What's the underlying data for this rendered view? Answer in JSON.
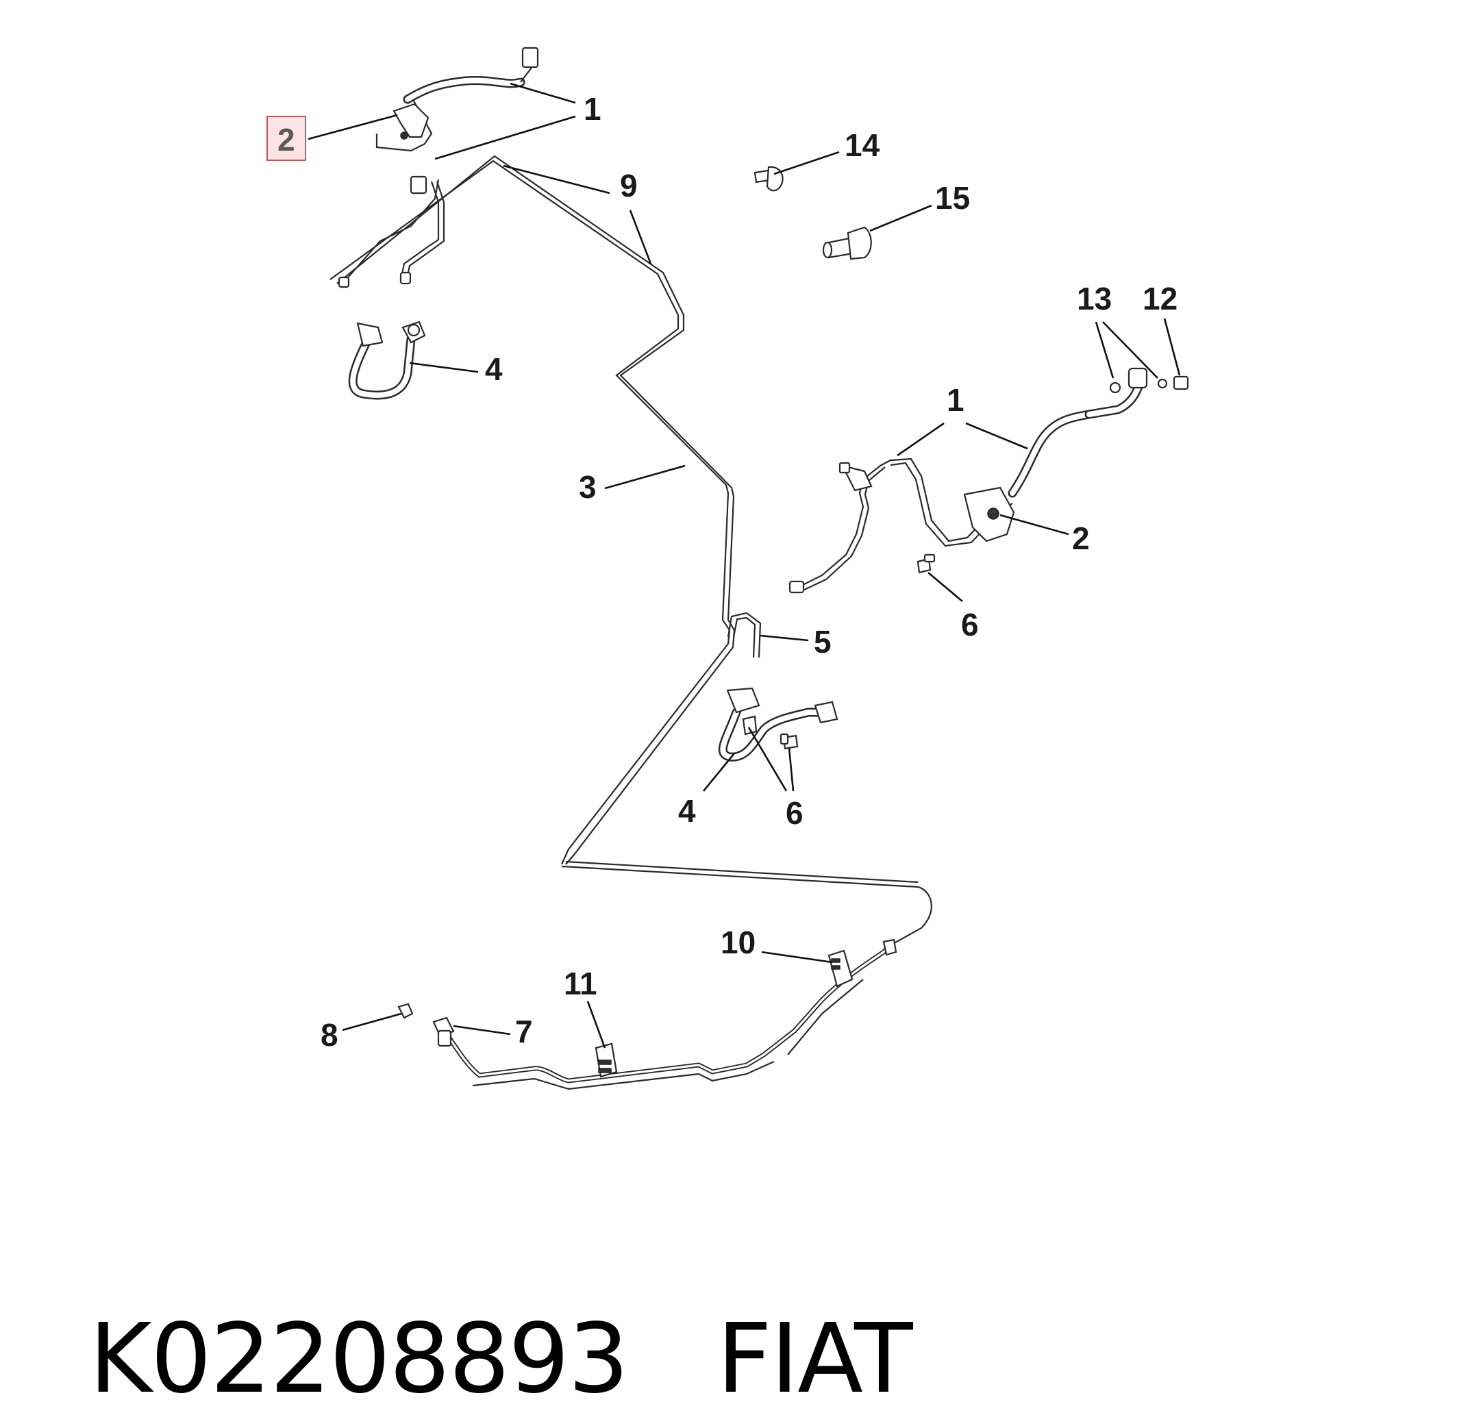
{
  "callouts": [
    {
      "id": "c1-top",
      "text": "1"
    },
    {
      "id": "c2-top",
      "text": "2"
    },
    {
      "id": "c9",
      "text": "9"
    },
    {
      "id": "c14",
      "text": "14"
    },
    {
      "id": "c15",
      "text": "15"
    },
    {
      "id": "c4-top",
      "text": "4"
    },
    {
      "id": "c13",
      "text": "13"
    },
    {
      "id": "c12",
      "text": "12"
    },
    {
      "id": "c1-right",
      "text": "1"
    },
    {
      "id": "c3",
      "text": "3"
    },
    {
      "id": "c2-right",
      "text": "2"
    },
    {
      "id": "c6-right",
      "text": "6"
    },
    {
      "id": "c5",
      "text": "5"
    },
    {
      "id": "c4-bottom",
      "text": "4"
    },
    {
      "id": "c6-bottom",
      "text": "6"
    },
    {
      "id": "c10",
      "text": "10"
    },
    {
      "id": "c11",
      "text": "11"
    },
    {
      "id": "c8",
      "text": "8"
    },
    {
      "id": "c7",
      "text": "7"
    }
  ],
  "highlighted_callout": "2",
  "footer": {
    "part_number": "K02208893",
    "brand": "FIAT"
  }
}
